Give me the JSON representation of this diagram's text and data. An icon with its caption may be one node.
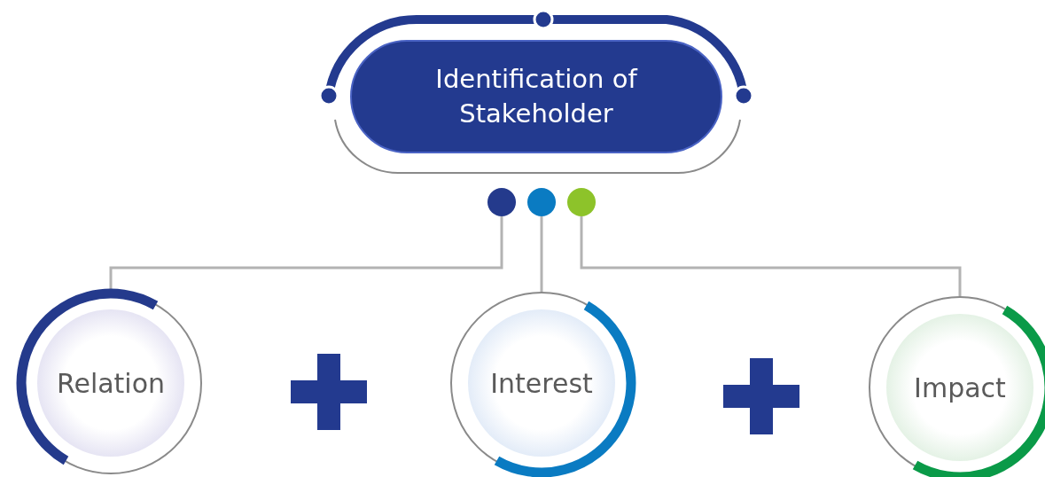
{
  "diagram": {
    "nodes": [
      {
        "text": [
          "Identification of Stakeholder"
        ]
      },
      {
        "text": [],
        "shape": "circle"
      },
      {
        "text": [],
        "shape": "circle"
      },
      {
        "text": [],
        "shape": "circle"
      },
      {
        "text": [
          "Relation"
        ]
      },
      {
        "text": [
          "Interest"
        ]
      },
      {
        "text": [
          "Impact"
        ]
      }
    ],
    "edges": [
      {
        "from": 1,
        "to": 4,
        "arrow": "none"
      },
      {
        "from": 2,
        "to": 5,
        "arrow": "none"
      },
      {
        "from": 3,
        "to": 6,
        "arrow": "none"
      }
    ]
  }
}
